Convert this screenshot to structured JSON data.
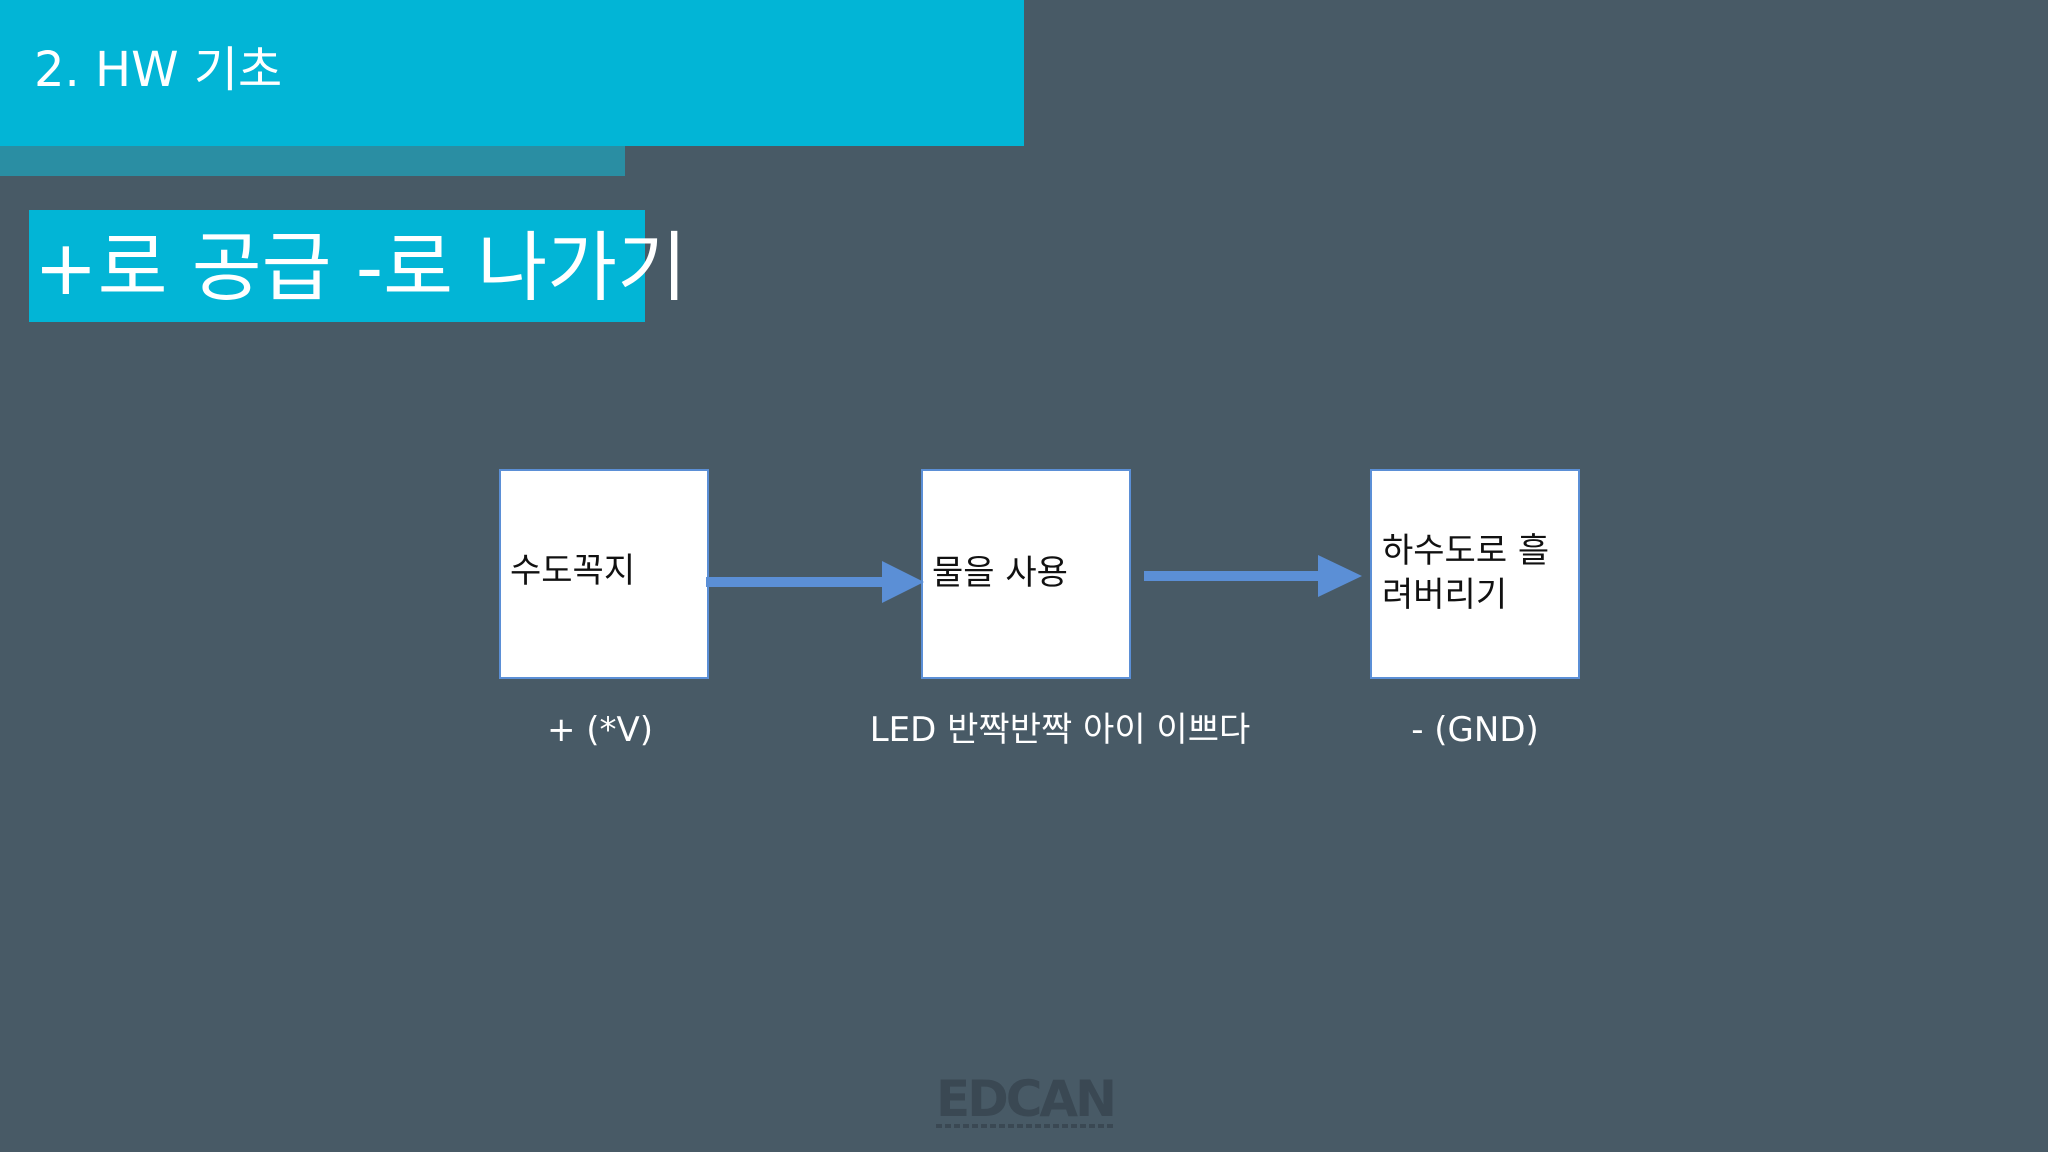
{
  "slide": {
    "section_title": "2. HW 기초",
    "heading": "+로 공급 -로 나가기"
  },
  "diagram": {
    "nodes": [
      {
        "id": "faucet",
        "label": "수도꼭지",
        "caption": "+ (*V)"
      },
      {
        "id": "use-water",
        "label": "물을 사용",
        "caption": "LED 반짝반짝 아이 이쁘다"
      },
      {
        "id": "sewer",
        "label": "하수도로 흘려버리기",
        "caption": "- (GND)"
      }
    ],
    "edges": [
      {
        "from": "faucet",
        "to": "use-water"
      },
      {
        "from": "use-water",
        "to": "sewer"
      }
    ]
  },
  "logo": {
    "text": "EDCAN"
  },
  "colors": {
    "background": "#485a66",
    "header": "#02b5d6",
    "header_accent": "#2a8ea3",
    "box_fill": "#ffffff",
    "box_border": "#5b8fd6",
    "arrow": "#5b8fd6"
  }
}
